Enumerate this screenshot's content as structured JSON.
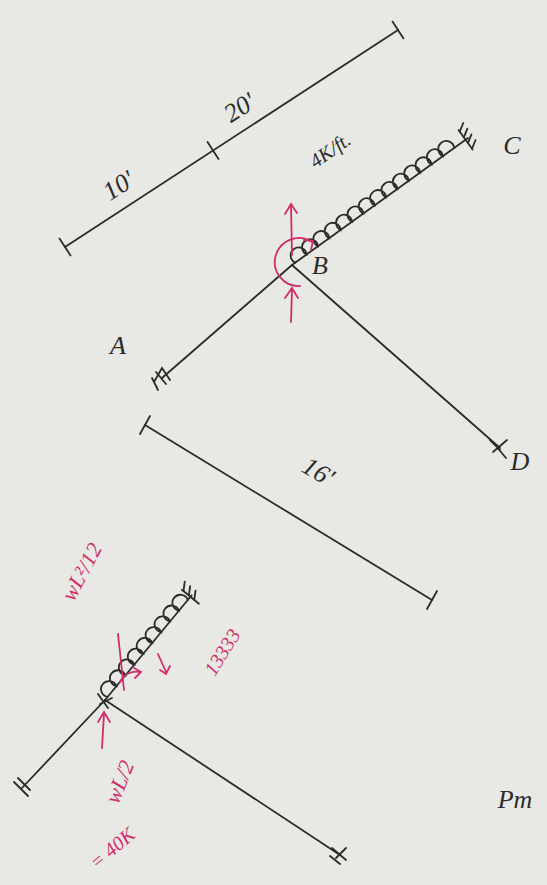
{
  "diagram": {
    "labels": [
      "10'",
      "20'",
      "4K/ft.",
      "C",
      "B",
      "A",
      "D",
      "16'",
      "wL²/12",
      "13333",
      "wL/2",
      "= 40K",
      "Pm"
    ]
  }
}
